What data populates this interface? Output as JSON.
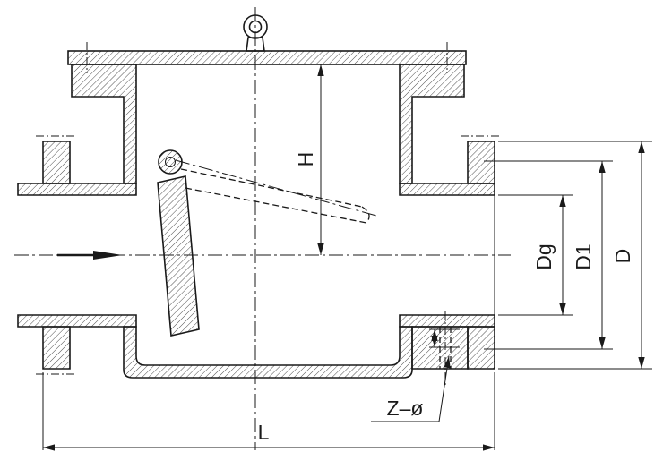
{
  "labels": {
    "height": "H",
    "nominal_bore": "Dg",
    "bolt_circle": "D1",
    "flange_od": "D",
    "length": "L",
    "bolt_holes": "Z–ø"
  },
  "colors": {
    "line": "#1a1a1a",
    "hatch": "#3a3a3a",
    "background": "#ffffff"
  }
}
